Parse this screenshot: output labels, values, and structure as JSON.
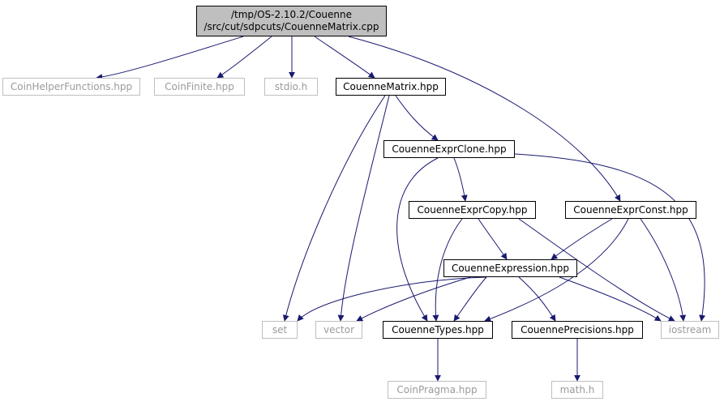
{
  "graph": {
    "colors": {
      "edge": "#191970",
      "root_fill": "#bfbfbf",
      "internal_border": "#000000",
      "external_border": "#bfbfbf",
      "external_text": "#9a9a9a"
    },
    "nodes": {
      "root": {
        "lines": [
          "/tmp/OS-2.10.2/Couenne",
          "/src/cut/sdpcuts/CouenneMatrix.cpp"
        ]
      },
      "coin_helper": {
        "label": "CoinHelperFunctions.hpp"
      },
      "coin_finite": {
        "label": "CoinFinite.hpp"
      },
      "stdio": {
        "label": "stdio.h"
      },
      "couenne_matrix": {
        "label": "CouenneMatrix.hpp"
      },
      "expr_clone": {
        "label": "CouenneExprClone.hpp"
      },
      "expr_copy": {
        "label": "CouenneExprCopy.hpp"
      },
      "expr_const": {
        "label": "CouenneExprConst.hpp"
      },
      "expression": {
        "label": "CouenneExpression.hpp"
      },
      "set": {
        "label": "set"
      },
      "vector": {
        "label": "vector"
      },
      "types": {
        "label": "CouenneTypes.hpp"
      },
      "precisions": {
        "label": "CouennePrecisions.hpp"
      },
      "iostream": {
        "label": "iostream"
      },
      "coin_pragma": {
        "label": "CoinPragma.hpp"
      },
      "math": {
        "label": "math.h"
      }
    },
    "edges": [
      {
        "from": "root",
        "to": "coin_helper"
      },
      {
        "from": "root",
        "to": "coin_finite"
      },
      {
        "from": "root",
        "to": "stdio"
      },
      {
        "from": "root",
        "to": "couenne_matrix"
      },
      {
        "from": "root",
        "to": "expr_const"
      },
      {
        "from": "couenne_matrix",
        "to": "expr_clone"
      },
      {
        "from": "couenne_matrix",
        "to": "set"
      },
      {
        "from": "couenne_matrix",
        "to": "vector"
      },
      {
        "from": "expr_clone",
        "to": "expr_copy"
      },
      {
        "from": "expr_clone",
        "to": "types"
      },
      {
        "from": "expr_clone",
        "to": "iostream"
      },
      {
        "from": "expr_copy",
        "to": "expression"
      },
      {
        "from": "expr_copy",
        "to": "types"
      },
      {
        "from": "expr_copy",
        "to": "iostream"
      },
      {
        "from": "expr_const",
        "to": "expression"
      },
      {
        "from": "expr_const",
        "to": "types"
      },
      {
        "from": "expr_const",
        "to": "iostream"
      },
      {
        "from": "expression",
        "to": "set"
      },
      {
        "from": "expression",
        "to": "vector"
      },
      {
        "from": "expression",
        "to": "types"
      },
      {
        "from": "expression",
        "to": "precisions"
      },
      {
        "from": "expression",
        "to": "iostream"
      },
      {
        "from": "types",
        "to": "coin_pragma"
      },
      {
        "from": "precisions",
        "to": "math"
      }
    ]
  }
}
